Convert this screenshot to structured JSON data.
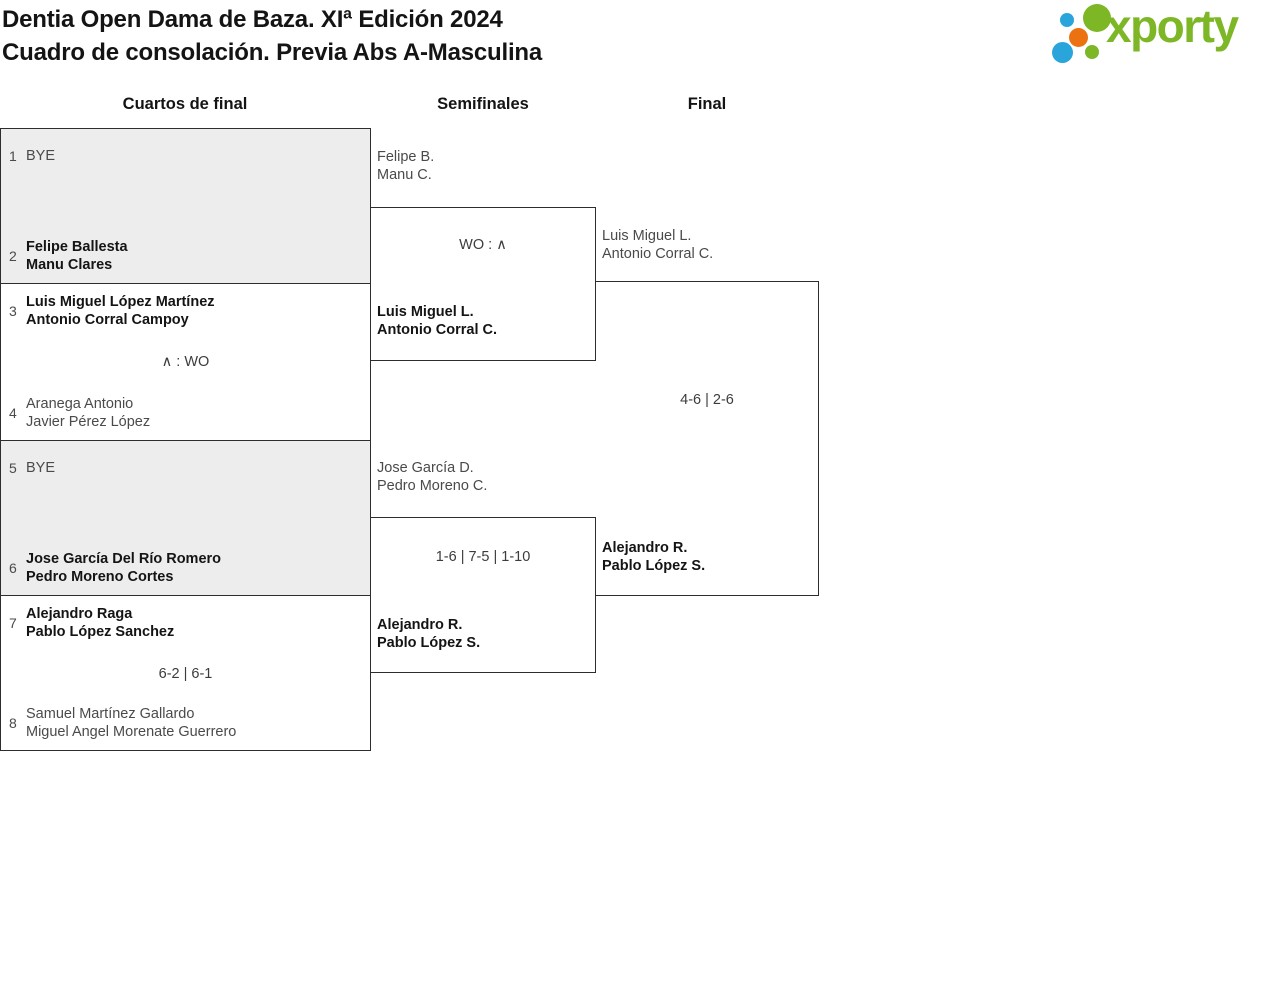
{
  "header": {
    "title_line1": "Dentia Open Dama de Baza. XIª Edición 2024",
    "title_line2": "Cuadro de consolación. Previa Abs A-Masculina",
    "logo_text": "xporty"
  },
  "colors": {
    "logo_green": "#7db726",
    "logo_blue": "#2aa5dc",
    "logo_orange": "#ec7211",
    "shaded_match_bg": "#ededed",
    "bracket_border": "#2d2d2d"
  },
  "rounds": {
    "quarters": "Cuartos de final",
    "semis": "Semifinales",
    "final": "Final"
  },
  "qf": [
    {
      "seed_top": "1",
      "top1": "BYE",
      "top2": "",
      "score": "",
      "seed_bottom": "2",
      "bottom1": "Felipe Ballesta",
      "bottom2": "Manu Clares"
    },
    {
      "seed_top": "3",
      "top1": "Luis Miguel López Martínez",
      "top2": "Antonio Corral Campoy",
      "score": "∧ : WO",
      "seed_bottom": "4",
      "bottom1": "Aranega Antonio",
      "bottom2": "Javier Pérez López"
    },
    {
      "seed_top": "5",
      "top1": "BYE",
      "top2": "",
      "score": "",
      "seed_bottom": "6",
      "bottom1": "Jose García Del Río Romero",
      "bottom2": "Pedro Moreno Cortes"
    },
    {
      "seed_top": "7",
      "top1": "Alejandro Raga",
      "top2": "Pablo López Sanchez",
      "score": "6-2 | 6-1",
      "seed_bottom": "8",
      "bottom1": "Samuel Martínez Gallardo",
      "bottom2": "Miguel Angel Morenate Guerrero"
    }
  ],
  "sf": [
    {
      "top1": "Felipe B.",
      "top2": "Manu C.",
      "score": "WO : ∧",
      "bottom1": "Luis Miguel L.",
      "bottom2": "Antonio Corral C."
    },
    {
      "top1": "Jose García D.",
      "top2": "Pedro Moreno C.",
      "score": "1-6 | 7-5 | 1-10",
      "bottom1": "Alejandro R.",
      "bottom2": "Pablo López S."
    }
  ],
  "final_match": {
    "top1": "Luis Miguel L.",
    "top2": "Antonio Corral C.",
    "score": "4-6 | 2-6",
    "bottom1": "Alejandro R.",
    "bottom2": "Pablo López S."
  }
}
